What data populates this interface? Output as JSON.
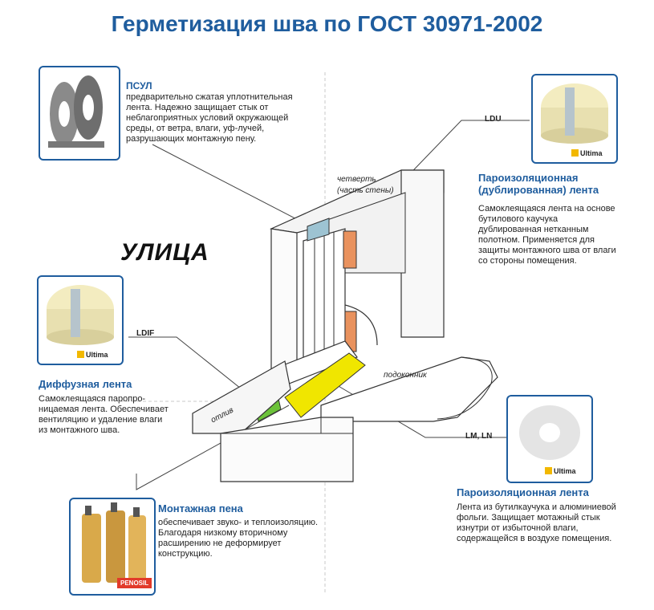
{
  "title": "Герметизация шва по ГОСТ 30971-2002",
  "outside_label": "УЛИЦА",
  "diagram": {
    "quarter_line1": "четверть",
    "quarter_line2": "(часть стены)",
    "sill_label": "подоконник",
    "drip_label": "отлив"
  },
  "psul": {
    "heading": "ПСУЛ",
    "text": [
      "предварительно сжатая уплотнительная",
      "лента. Надежно защищает стык от",
      "неблагоприятных условий окружающей",
      "среды, от ветра, влаги, уф-лучей,",
      "разрушающих монтажную пену."
    ]
  },
  "ldu": {
    "code": "LDU",
    "brand": "Ultima",
    "heading_line1": "Пароизоляционная",
    "heading_line2": "(дублированная) лента",
    "text": [
      "Самоклеящаяся лента на основе",
      "бутилового каучука",
      "дублированная нетканным",
      "полотном. Применяется для",
      "защиты монтажного шва от влаги",
      "со стороны помещения."
    ]
  },
  "ldif": {
    "code": "LDIF",
    "brand": "Ultima",
    "heading": "Диффузная лента",
    "text": [
      "Самоклеящаяся паропро-",
      "ницаемая лента. Обеспечивает",
      "вентиляцию  и  удаление  влаги",
      "из  монтажного  шва."
    ]
  },
  "lm": {
    "code": "LM, LN",
    "brand": "Ultima",
    "heading": "Пароизоляционная лента",
    "text": [
      "Лента из бутилкаучука и алюминиевой",
      "фольги. Защищает мотажный стык",
      "изнутри от избыточной влаги,",
      "содержащейся в воздухе помещения."
    ]
  },
  "foam": {
    "heading": "Монтажная пена",
    "brand": "PENOSIL",
    "text": [
      "обеспечивает звуко- и теплоизоляцию.",
      "Благодаря низкому вторичному",
      "расширению не деформирует",
      "конструкцию."
    ]
  },
  "colors": {
    "title": "#1f5d9e",
    "yellow_tape": "#f0e600",
    "green_tape": "#6cc23a",
    "orange_tape": "#e9925e",
    "blue_tape": "#9dc3d2",
    "brand_yellow": "#f2b800",
    "penosil_red": "#e23a2a"
  },
  "icons": [
    "psul-tape-roll",
    "ultima-tape-roll",
    "foam-can"
  ]
}
